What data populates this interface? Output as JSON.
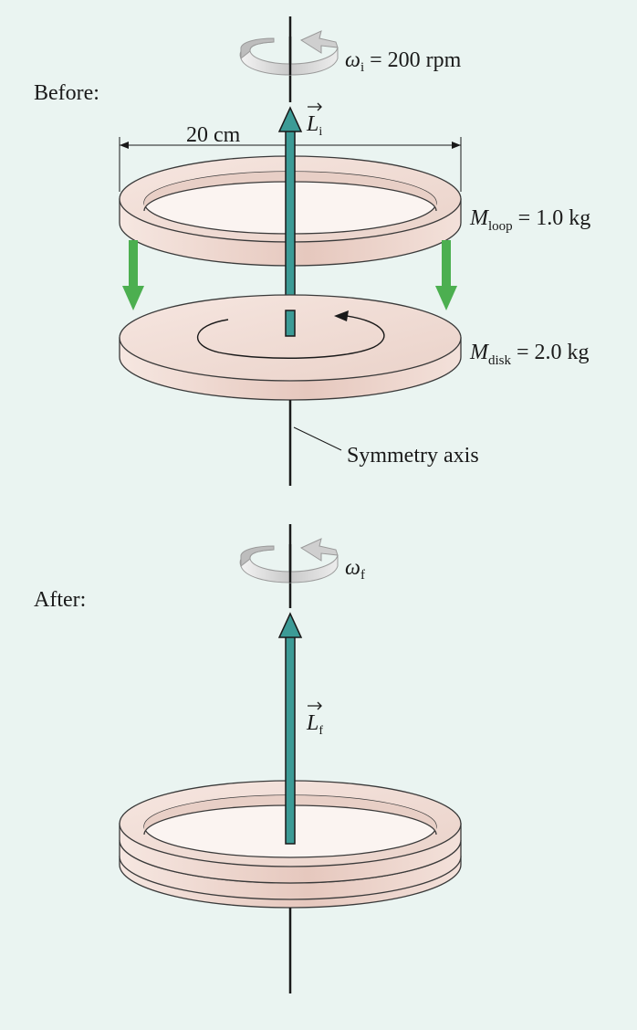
{
  "before": {
    "section_label": "Before:",
    "omega_symbol": "ω",
    "omega_sub": "i",
    "omega_value": " = 200 rpm",
    "L_symbol": "L",
    "L_sub": "i",
    "diameter_label": "20 cm",
    "loop_mass_symbol": "M",
    "loop_mass_sub": "loop",
    "loop_mass_value": " = 1.0 kg",
    "disk_mass_symbol": "M",
    "disk_mass_sub": "disk",
    "disk_mass_value": " = 2.0 kg",
    "axis_label": "Symmetry axis"
  },
  "after": {
    "section_label": "After:",
    "omega_symbol": "ω",
    "omega_sub": "f",
    "L_symbol": "L",
    "L_sub": "f"
  },
  "colors": {
    "background": "#eaf4f1",
    "ring_top": "#f2dfd8",
    "ring_side": "#e7cbc1",
    "angular_momentum_arrow": "#3c9b96",
    "drop_arrow": "#4caf50",
    "rotation_arrow": "#d6d6d6"
  }
}
